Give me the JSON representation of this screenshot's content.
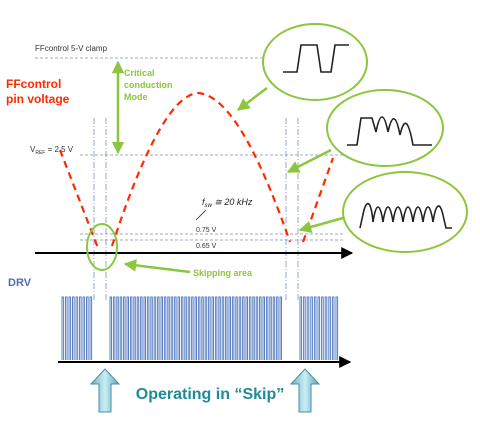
{
  "labels": {
    "clamp": "FFcontrol 5-V clamp",
    "pin_line1": "FFcontrol",
    "pin_line2": "pin voltage",
    "critical_line1": "Critical",
    "critical_line2": "conduction",
    "critical_line3": "Mode",
    "vref_main": "V",
    "vref_sub": "REF",
    "vref_value": " = 2.5 V",
    "fsw_f": "f",
    "fsw_sub": "sw",
    "fsw_value": " ≅ 20 kHz",
    "v075": "0.75 V",
    "v065": "0.65 V",
    "skipping": "Skipping area",
    "drv": "DRV",
    "operating": "Operating in “Skip”"
  },
  "colors": {
    "accent_red": "#ff2a00",
    "accent_green": "#8cc63f",
    "dashed_blue": "#7a93b8",
    "pulse_blue": "#5a7fc2",
    "caption_teal": "#1f8a9a",
    "arrow_teal": "#9fd2dc"
  }
}
